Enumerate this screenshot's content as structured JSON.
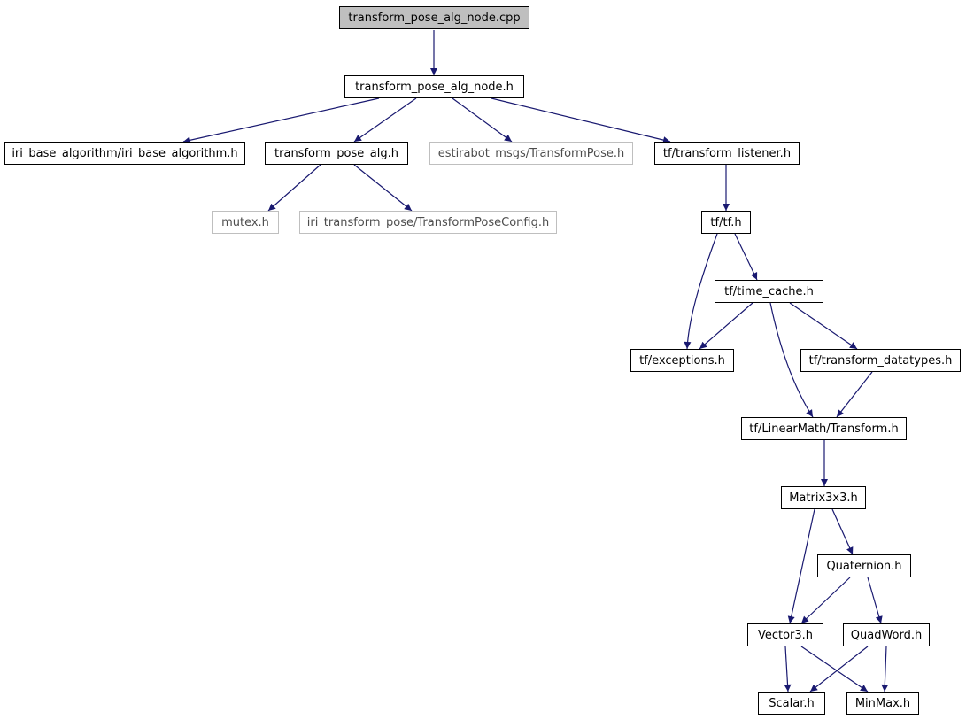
{
  "graph": {
    "edge_color": "#191970",
    "nodes": {
      "transform_pose_alg_node_cpp": "transform_pose_alg_node.cpp",
      "transform_pose_alg_node_h": "transform_pose_alg_node.h",
      "iri_base_algorithm_h": "iri_base_algorithm/iri_base_algorithm.h",
      "transform_pose_alg_h": "transform_pose_alg.h",
      "estirabot_msgs_transformpose_h": "estirabot_msgs/TransformPose.h",
      "tf_transform_listener_h": "tf/transform_listener.h",
      "mutex_h": "mutex.h",
      "iri_transform_pose_config_h": "iri_transform_pose/TransformPoseConfig.h",
      "tf_tf_h": "tf/tf.h",
      "tf_time_cache_h": "tf/time_cache.h",
      "tf_exceptions_h": "tf/exceptions.h",
      "tf_transform_datatypes_h": "tf/transform_datatypes.h",
      "tf_linearmath_transform_h": "tf/LinearMath/Transform.h",
      "matrix3x3_h": "Matrix3x3.h",
      "quaternion_h": "Quaternion.h",
      "vector3_h": "Vector3.h",
      "quadword_h": "QuadWord.h",
      "scalar_h": "Scalar.h",
      "minmax_h": "MinMax.h"
    }
  }
}
